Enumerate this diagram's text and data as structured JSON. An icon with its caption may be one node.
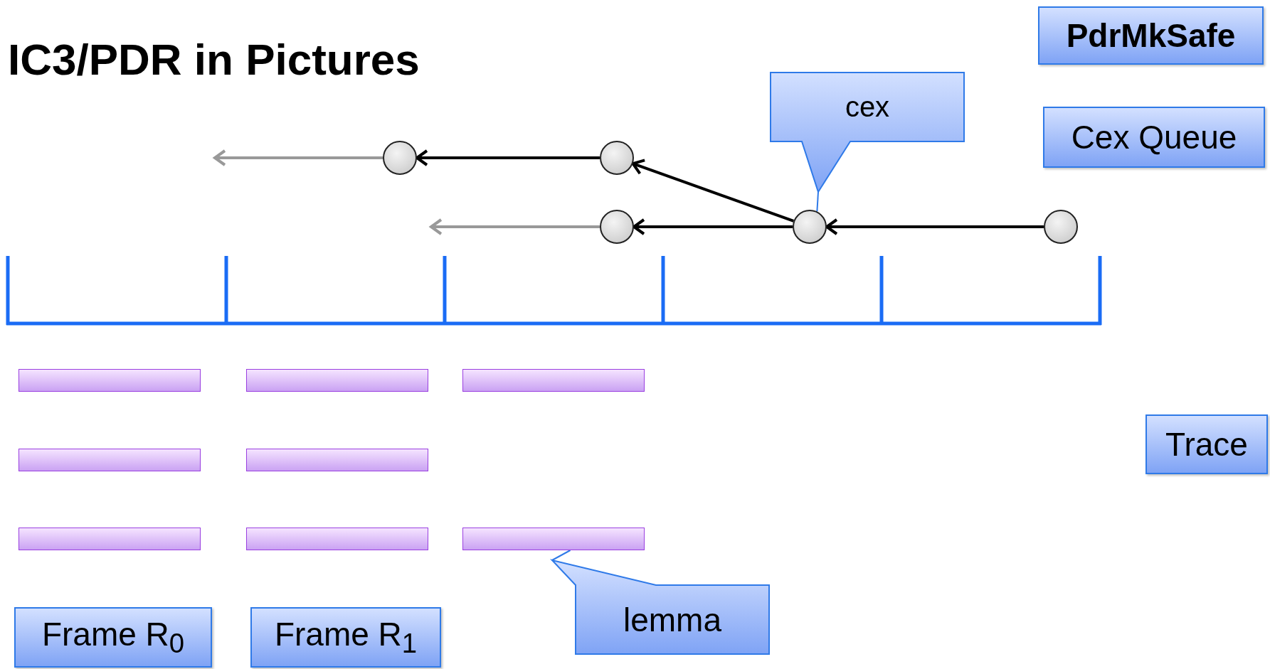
{
  "diagram": {
    "title": "IC3/PDR in Pictures",
    "nodes": [
      {
        "text": [
          "PdrMkSafe"
        ]
      },
      {
        "text": [
          "cex"
        ]
      },
      {
        "text": [
          "Cex Queue"
        ]
      },
      {
        "text": [],
        "shape": "circle"
      },
      {
        "text": [],
        "shape": "circle"
      },
      {
        "text": [],
        "shape": "circle"
      },
      {
        "text": [],
        "shape": "circle"
      },
      {
        "text": [],
        "shape": "circle"
      },
      {
        "text": [],
        "shape": "bar"
      },
      {
        "text": [],
        "shape": "bar"
      },
      {
        "text": [],
        "shape": "bar"
      },
      {
        "text": [],
        "shape": "bar"
      },
      {
        "text": [],
        "shape": "bar"
      },
      {
        "text": [
          "Trace"
        ]
      },
      {
        "text": [],
        "shape": "bar"
      },
      {
        "text": [],
        "shape": "bar"
      },
      {
        "text": [],
        "shape": "bar"
      },
      {
        "text": [
          "lemma"
        ]
      },
      {
        "text": [
          "Frame R$_{0}$"
        ]
      },
      {
        "text": [
          "Frame R$_{1}$"
        ]
      }
    ],
    "edges": [
      {
        "from": 4,
        "to": 3,
        "arrow": "to"
      },
      {
        "from": 3,
        "to": null,
        "arrow": "to",
        "color": "#999999"
      },
      {
        "from": 6,
        "to": 4,
        "arrow": "to"
      },
      {
        "from": 7,
        "to": 6,
        "arrow": "to"
      },
      {
        "from": 6,
        "to": 5,
        "arrow": "to"
      },
      {
        "from": 5,
        "to": null,
        "arrow": "to",
        "color": "#999999"
      },
      {
        "from": 1,
        "to": 6,
        "arrow": "none",
        "color": "#2f7ae8"
      },
      {
        "from": 17,
        "to": 16,
        "arrow": "none",
        "color": "#2f7ae8"
      }
    ]
  }
}
